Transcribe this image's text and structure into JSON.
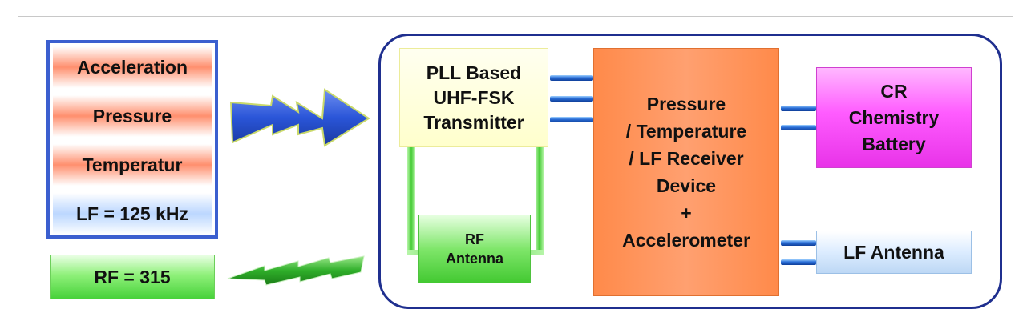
{
  "sensor_stack": {
    "items": [
      {
        "label": "Acceleration"
      },
      {
        "label": "Pressure"
      },
      {
        "label": "Temperatur"
      },
      {
        "label": "LF = 125 kHz"
      }
    ]
  },
  "rf_box": {
    "label": "RF = 315"
  },
  "transmitter": {
    "line1": "PLL Based",
    "line2": "UHF-FSK",
    "line3": "Transmitter"
  },
  "rf_antenna": {
    "line1": "RF",
    "line2": "Antenna"
  },
  "receiver": {
    "line1": "Pressure",
    "line2": "/ Temperature",
    "line3": "/ LF Receiver",
    "line4": "Device",
    "line5": "+",
    "line6": "Accelerometer"
  },
  "battery": {
    "line1": "CR",
    "line2": "Chemistry",
    "line3": "Battery"
  },
  "lf_antenna": {
    "label": "LF Antenna"
  },
  "colors": {
    "panel_border": "#1f2f8f",
    "sensor_stack_border": "#3b5fcf",
    "blue_arrow": "#2a55d8",
    "green_arrow": "#2fae2a",
    "receiver": "#ff8a4a",
    "battery": "#ff5cff",
    "transmitter": "#ffffcc"
  }
}
